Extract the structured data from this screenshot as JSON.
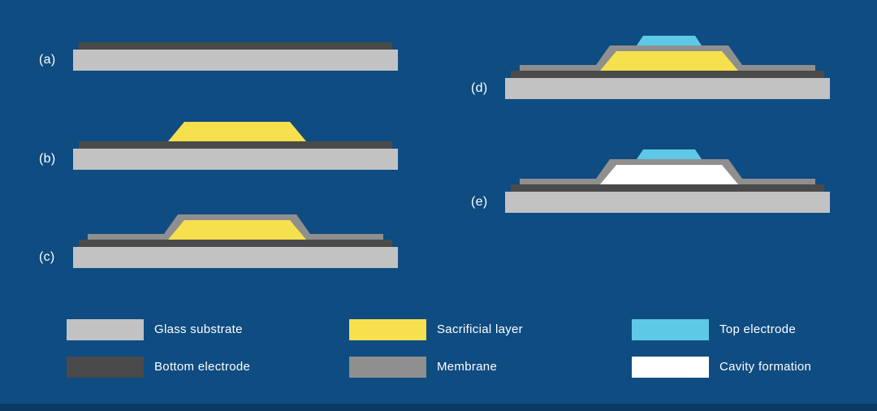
{
  "colors": {
    "background": "#0f4c81",
    "footer_bar": "#0a3a63",
    "glass_substrate": "#c2c2c2",
    "bottom_electrode": "#4a4a4a",
    "sacrificial_layer": "#f6e04e",
    "membrane": "#8f8f8f",
    "top_electrode": "#5ec9e6",
    "cavity": "#ffffff",
    "label_text": "#ffffff"
  },
  "panels": [
    {
      "id": "a",
      "label": "(a)",
      "layers": [
        "bottom_electrode",
        "glass_substrate"
      ]
    },
    {
      "id": "b",
      "label": "(b)",
      "layers": [
        "sacrificial_layer",
        "bottom_electrode",
        "glass_substrate"
      ]
    },
    {
      "id": "c",
      "label": "(c)",
      "layers": [
        "membrane",
        "sacrificial_layer",
        "bottom_electrode",
        "glass_substrate"
      ]
    },
    {
      "id": "d",
      "label": "(d)",
      "layers": [
        "top_electrode",
        "membrane",
        "sacrificial_layer",
        "bottom_electrode",
        "glass_substrate"
      ]
    },
    {
      "id": "e",
      "label": "(e)",
      "layers": [
        "top_electrode",
        "membrane",
        "cavity",
        "bottom_electrode",
        "glass_substrate"
      ]
    }
  ],
  "legend": {
    "items": [
      {
        "label": "Glass substrate",
        "color_key": "glass_substrate"
      },
      {
        "label": "Bottom electrode",
        "color_key": "bottom_electrode"
      },
      {
        "label": "Sacrificial layer",
        "color_key": "sacrificial_layer"
      },
      {
        "label": "Membrane",
        "color_key": "membrane"
      },
      {
        "label": "Top electrode",
        "color_key": "top_electrode"
      },
      {
        "label": "Cavity formation",
        "color_key": "cavity"
      }
    ]
  }
}
